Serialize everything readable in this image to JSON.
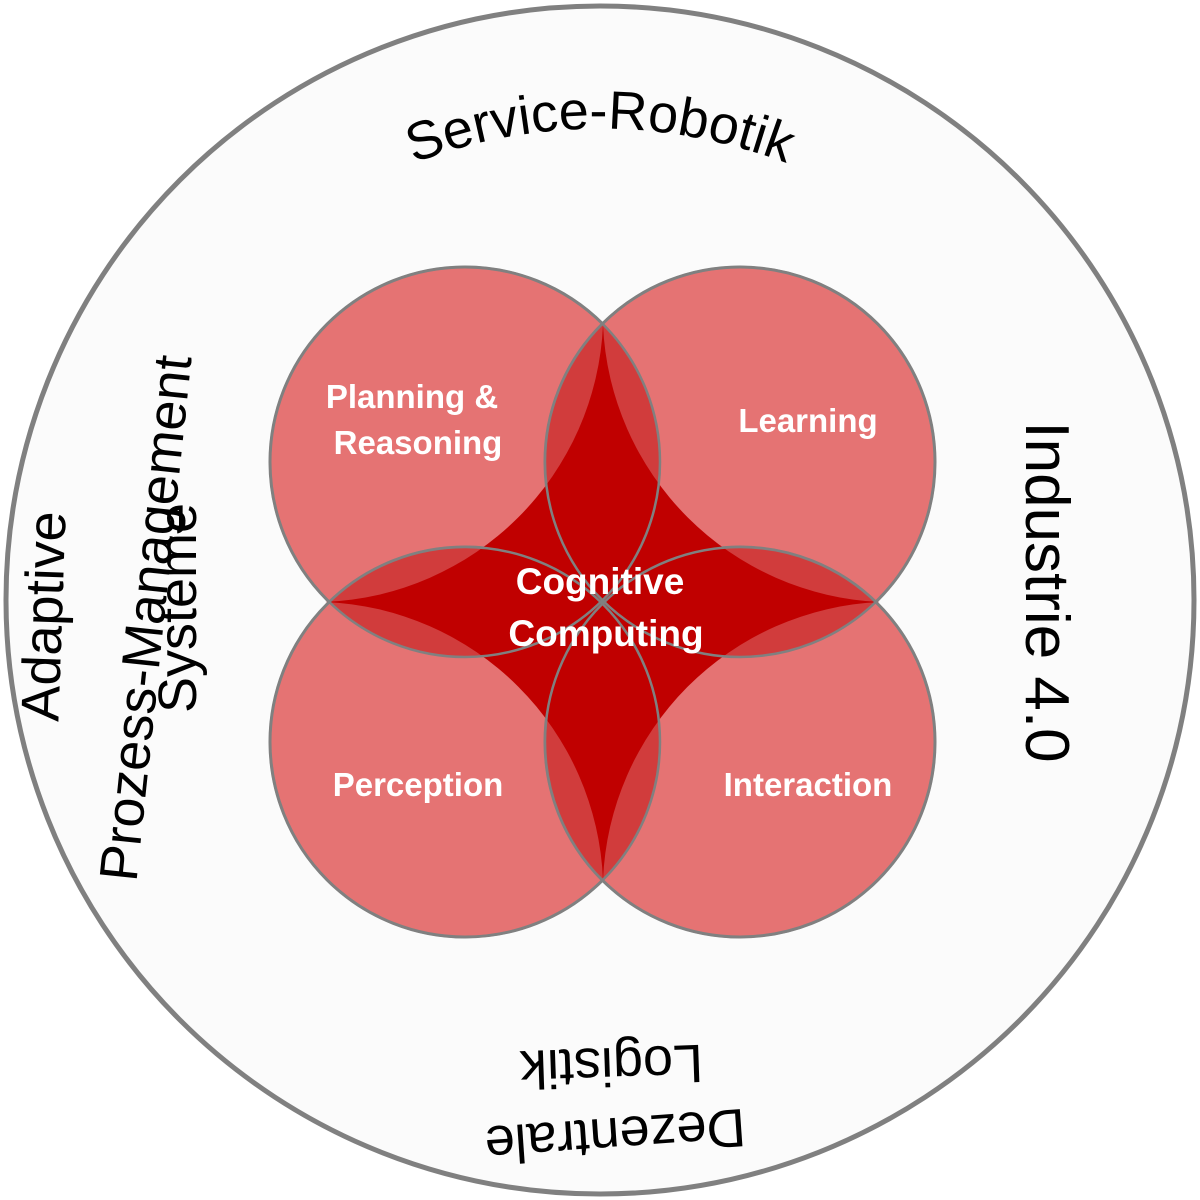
{
  "outer_ring": {
    "top_label": "Service-Robotik",
    "right_label": "Industrie 4.0",
    "bottom_line_1": "Dezentrale",
    "bottom_line_2": "Logistik",
    "left_line_1": "Adaptive",
    "left_line_2": "Prozess-Management",
    "left_line_3": "Systeme"
  },
  "bubbles": {
    "top_left_line_1": "Planning &",
    "top_left_line_2": "Reasoning",
    "top_right": "Learning",
    "bottom_left": "Perception",
    "bottom_right": "Interaction"
  },
  "core": {
    "line_1": "Cognitive",
    "line_2": "Computing"
  },
  "colors": {
    "bubble": "#e57373",
    "overlap": "#d13c3c",
    "core": "#c00000",
    "outline": "#808080"
  }
}
